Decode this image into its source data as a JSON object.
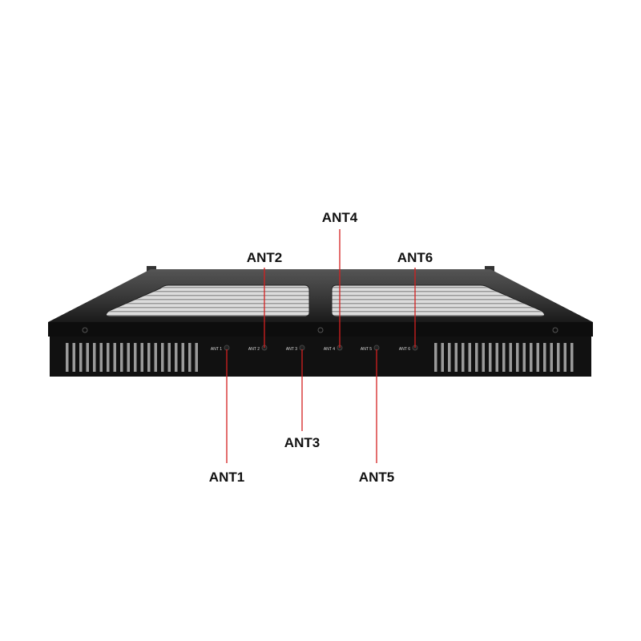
{
  "callouts": [
    {
      "id": "ant1",
      "label": "ANT1"
    },
    {
      "id": "ant2",
      "label": "ANT2"
    },
    {
      "id": "ant3",
      "label": "ANT3"
    },
    {
      "id": "ant4",
      "label": "ANT4"
    },
    {
      "id": "ant5",
      "label": "ANT5"
    },
    {
      "id": "ant6",
      "label": "ANT6"
    }
  ],
  "port_labels": [
    "ANT 1",
    "ANT 2",
    "ANT 3",
    "ANT 4",
    "ANT 5",
    "ANT 6"
  ],
  "colors": {
    "leader_line": "#d42020",
    "chassis": "#111111"
  }
}
